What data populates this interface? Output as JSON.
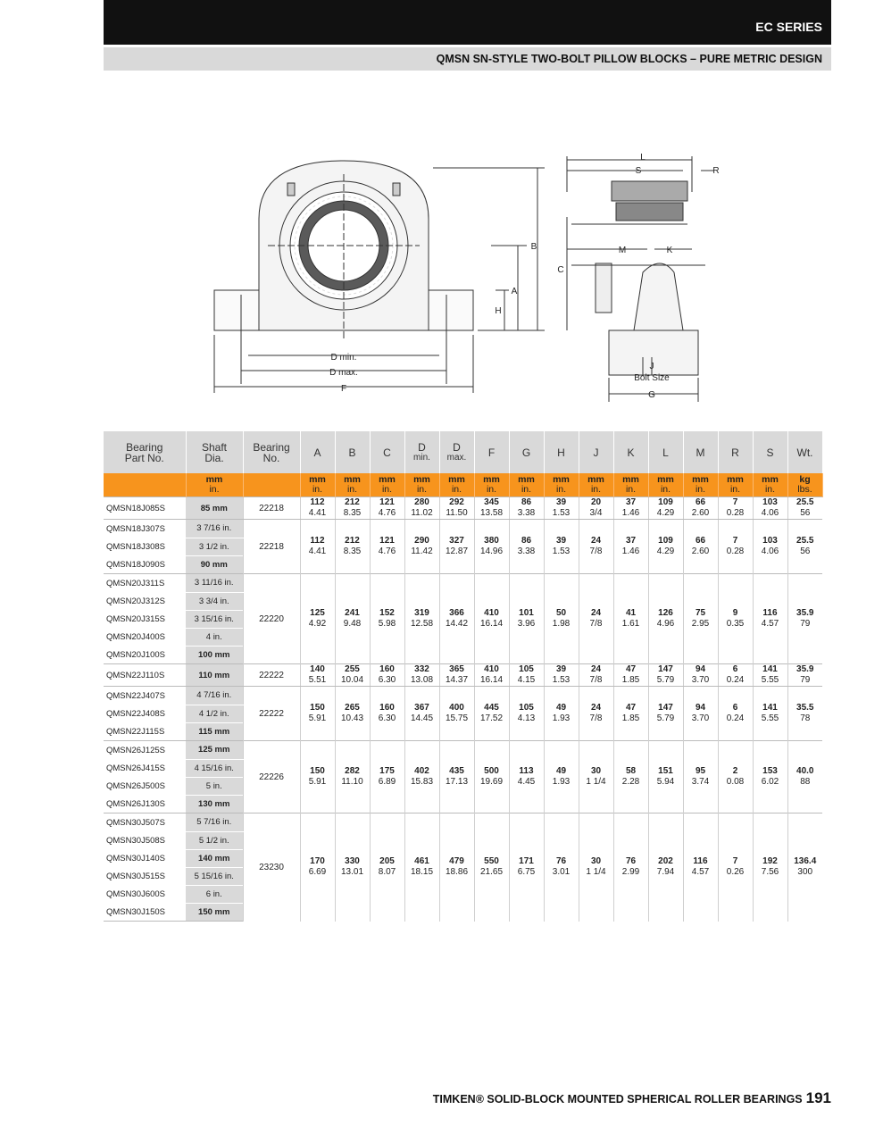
{
  "header": {
    "series": "EC SERIES",
    "subtitle": "QMSN SN-STYLE TWO-BOLT PILLOW BLOCKS – PURE METRIC DESIGN"
  },
  "drawing": {
    "labels": {
      "B": "B",
      "A": "A",
      "H": "H",
      "C": "C",
      "D_min": "D min.",
      "D_max": "D max.",
      "F": "F",
      "L": "L",
      "S": "S",
      "R": "R",
      "M": "M",
      "K": "K",
      "J": "J",
      "bolt_size": "Bolt Size",
      "G": "G"
    }
  },
  "table": {
    "headers": [
      {
        "l1": "Bearing",
        "l2": "Part No."
      },
      {
        "l1": "Shaft",
        "l2": "Dia."
      },
      {
        "l1": "Bearing",
        "l2": "No."
      },
      {
        "l1": "A",
        "l2": ""
      },
      {
        "l1": "B",
        "l2": ""
      },
      {
        "l1": "C",
        "l2": ""
      },
      {
        "l1": "D",
        "l2": "min."
      },
      {
        "l1": "D",
        "l2": "max."
      },
      {
        "l1": "F",
        "l2": ""
      },
      {
        "l1": "G",
        "l2": ""
      },
      {
        "l1": "H",
        "l2": ""
      },
      {
        "l1": "J",
        "l2": ""
      },
      {
        "l1": "K",
        "l2": ""
      },
      {
        "l1": "L",
        "l2": ""
      },
      {
        "l1": "M",
        "l2": ""
      },
      {
        "l1": "R",
        "l2": ""
      },
      {
        "l1": "S",
        "l2": ""
      },
      {
        "l1": "Wt.",
        "l2": ""
      }
    ],
    "units": [
      {
        "a": "",
        "b": ""
      },
      {
        "a": "mm",
        "b": "in."
      },
      {
        "a": "",
        "b": ""
      },
      {
        "a": "mm",
        "b": "in."
      },
      {
        "a": "mm",
        "b": "in."
      },
      {
        "a": "mm",
        "b": "in."
      },
      {
        "a": "mm",
        "b": "in."
      },
      {
        "a": "mm",
        "b": "in."
      },
      {
        "a": "mm",
        "b": "in."
      },
      {
        "a": "mm",
        "b": "in."
      },
      {
        "a": "mm",
        "b": "in."
      },
      {
        "a": "mm",
        "b": "in."
      },
      {
        "a": "mm",
        "b": "in."
      },
      {
        "a": "mm",
        "b": "in."
      },
      {
        "a": "mm",
        "b": "in."
      },
      {
        "a": "mm",
        "b": "in."
      },
      {
        "a": "mm",
        "b": "in."
      },
      {
        "a": "kg",
        "b": "lbs."
      }
    ],
    "groups": [
      {
        "rows": [
          [
            "QMSN18J085S",
            "85 mm",
            true
          ]
        ],
        "bearing": "22218",
        "values": [
          [
            "112",
            "4.41"
          ],
          [
            "212",
            "8.35"
          ],
          [
            "121",
            "4.76"
          ],
          [
            "280",
            "11.02"
          ],
          [
            "292",
            "11.50"
          ],
          [
            "345",
            "13.58"
          ],
          [
            "86",
            "3.38"
          ],
          [
            "39",
            "1.53"
          ],
          [
            "20",
            "3/4"
          ],
          [
            "37",
            "1.46"
          ],
          [
            "109",
            "4.29"
          ],
          [
            "66",
            "2.60"
          ],
          [
            "7",
            "0.28"
          ],
          [
            "103",
            "4.06"
          ],
          [
            "25.5",
            "56"
          ]
        ]
      },
      {
        "rows": [
          [
            "QMSN18J307S",
            "3 7/16 in.",
            false
          ],
          [
            "QMSN18J308S",
            "3 1/2 in.",
            false
          ],
          [
            "QMSN18J090S",
            "90 mm",
            true
          ]
        ],
        "bearing": "22218",
        "values": [
          [
            "112",
            "4.41"
          ],
          [
            "212",
            "8.35"
          ],
          [
            "121",
            "4.76"
          ],
          [
            "290",
            "11.42"
          ],
          [
            "327",
            "12.87"
          ],
          [
            "380",
            "14.96"
          ],
          [
            "86",
            "3.38"
          ],
          [
            "39",
            "1.53"
          ],
          [
            "24",
            "7/8"
          ],
          [
            "37",
            "1.46"
          ],
          [
            "109",
            "4.29"
          ],
          [
            "66",
            "2.60"
          ],
          [
            "7",
            "0.28"
          ],
          [
            "103",
            "4.06"
          ],
          [
            "25.5",
            "56"
          ]
        ]
      },
      {
        "rows": [
          [
            "QMSN20J311S",
            "3 11/16 in.",
            false
          ],
          [
            "QMSN20J312S",
            "3 3/4 in.",
            false
          ],
          [
            "QMSN20J315S",
            "3 15/16 in.",
            false
          ],
          [
            "QMSN20J400S",
            "4 in.",
            false
          ],
          [
            "QMSN20J100S",
            "100 mm",
            true
          ]
        ],
        "bearing": "22220",
        "values": [
          [
            "125",
            "4.92"
          ],
          [
            "241",
            "9.48"
          ],
          [
            "152",
            "5.98"
          ],
          [
            "319",
            "12.58"
          ],
          [
            "366",
            "14.42"
          ],
          [
            "410",
            "16.14"
          ],
          [
            "101",
            "3.96"
          ],
          [
            "50",
            "1.98"
          ],
          [
            "24",
            "7/8"
          ],
          [
            "41",
            "1.61"
          ],
          [
            "126",
            "4.96"
          ],
          [
            "75",
            "2.95"
          ],
          [
            "9",
            "0.35"
          ],
          [
            "116",
            "4.57"
          ],
          [
            "35.9",
            "79"
          ]
        ]
      },
      {
        "rows": [
          [
            "QMSN22J110S",
            "110 mm",
            true
          ]
        ],
        "bearing": "22222",
        "values": [
          [
            "140",
            "5.51"
          ],
          [
            "255",
            "10.04"
          ],
          [
            "160",
            "6.30"
          ],
          [
            "332",
            "13.08"
          ],
          [
            "365",
            "14.37"
          ],
          [
            "410",
            "16.14"
          ],
          [
            "105",
            "4.15"
          ],
          [
            "39",
            "1.53"
          ],
          [
            "24",
            "7/8"
          ],
          [
            "47",
            "1.85"
          ],
          [
            "147",
            "5.79"
          ],
          [
            "94",
            "3.70"
          ],
          [
            "6",
            "0.24"
          ],
          [
            "141",
            "5.55"
          ],
          [
            "35.9",
            "79"
          ]
        ]
      },
      {
        "rows": [
          [
            "QMSN22J407S",
            "4 7/16 in.",
            false
          ],
          [
            "QMSN22J408S",
            "4 1/2 in.",
            false
          ],
          [
            "QMSN22J115S",
            "115 mm",
            true
          ]
        ],
        "bearing": "22222",
        "values": [
          [
            "150",
            "5.91"
          ],
          [
            "265",
            "10.43"
          ],
          [
            "160",
            "6.30"
          ],
          [
            "367",
            "14.45"
          ],
          [
            "400",
            "15.75"
          ],
          [
            "445",
            "17.52"
          ],
          [
            "105",
            "4.13"
          ],
          [
            "49",
            "1.93"
          ],
          [
            "24",
            "7/8"
          ],
          [
            "47",
            "1.85"
          ],
          [
            "147",
            "5.79"
          ],
          [
            "94",
            "3.70"
          ],
          [
            "6",
            "0.24"
          ],
          [
            "141",
            "5.55"
          ],
          [
            "35.5",
            "78"
          ]
        ]
      },
      {
        "rows": [
          [
            "QMSN26J125S",
            "125 mm",
            true
          ],
          [
            "QMSN26J415S",
            "4 15/16 in.",
            false
          ],
          [
            "QMSN26J500S",
            "5 in.",
            false
          ],
          [
            "QMSN26J130S",
            "130 mm",
            true
          ]
        ],
        "bearing": "22226",
        "values": [
          [
            "150",
            "5.91"
          ],
          [
            "282",
            "11.10"
          ],
          [
            "175",
            "6.89"
          ],
          [
            "402",
            "15.83"
          ],
          [
            "435",
            "17.13"
          ],
          [
            "500",
            "19.69"
          ],
          [
            "113",
            "4.45"
          ],
          [
            "49",
            "1.93"
          ],
          [
            "30",
            "1 1/4"
          ],
          [
            "58",
            "2.28"
          ],
          [
            "151",
            "5.94"
          ],
          [
            "95",
            "3.74"
          ],
          [
            "2",
            "0.08"
          ],
          [
            "153",
            "6.02"
          ],
          [
            "40.0",
            "88"
          ]
        ]
      },
      {
        "rows": [
          [
            "QMSN30J507S",
            "5 7/16 in.",
            false
          ],
          [
            "QMSN30J508S",
            "5 1/2 in.",
            false
          ],
          [
            "QMSN30J140S",
            "140 mm",
            true
          ],
          [
            "QMSN30J515S",
            "5 15/16 in.",
            false
          ],
          [
            "QMSN30J600S",
            "6 in.",
            false
          ],
          [
            "QMSN30J150S",
            "150 mm",
            true
          ]
        ],
        "bearing": "23230",
        "values": [
          [
            "170",
            "6.69"
          ],
          [
            "330",
            "13.01"
          ],
          [
            "205",
            "8.07"
          ],
          [
            "461",
            "18.15"
          ],
          [
            "479",
            "18.86"
          ],
          [
            "550",
            "21.65"
          ],
          [
            "171",
            "6.75"
          ],
          [
            "76",
            "3.01"
          ],
          [
            "30",
            "1 1/4"
          ],
          [
            "76",
            "2.99"
          ],
          [
            "202",
            "7.94"
          ],
          [
            "116",
            "4.57"
          ],
          [
            "7",
            "0.26"
          ],
          [
            "192",
            "7.56"
          ],
          [
            "136.4",
            "300"
          ]
        ]
      }
    ]
  },
  "footer": {
    "text": "TIMKEN® SOLID-BLOCK MOUNTED SPHERICAL ROLLER BEARINGS",
    "page": "191"
  }
}
